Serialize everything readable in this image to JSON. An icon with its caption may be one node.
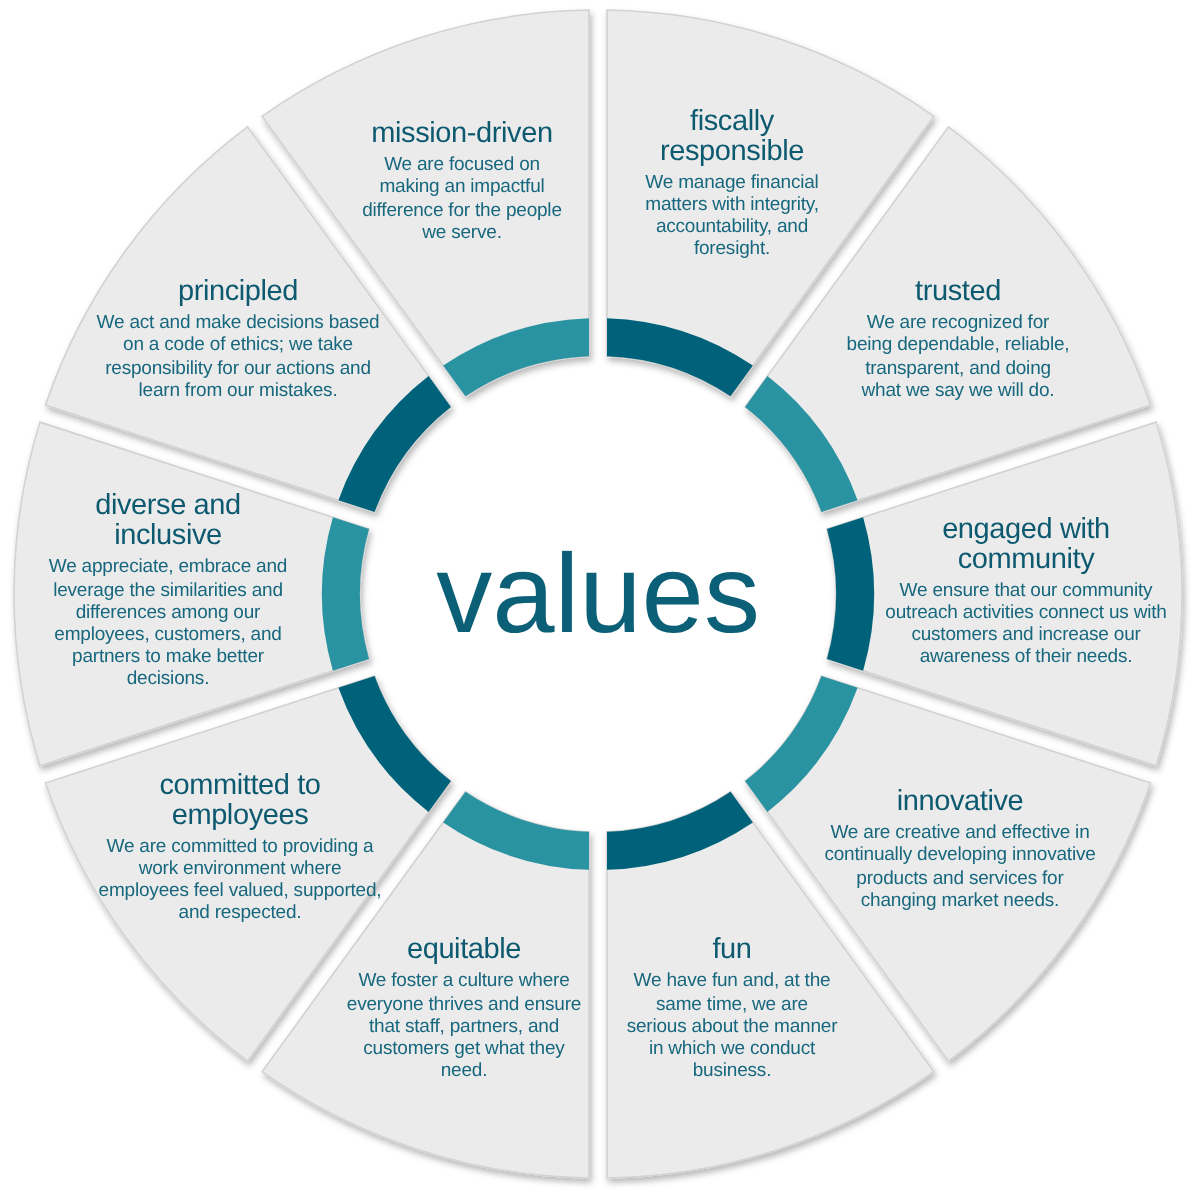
{
  "diagram": {
    "title": "values",
    "nodes": [
      {
        "text": [
          "mission-driven",
          "We are focused on making an impactful difference for the people we serve."
        ]
      },
      {
        "text": [
          "fiscally responsible",
          "We manage financial matters with integrity, accountability, and foresight."
        ]
      },
      {
        "text": [
          "trusted",
          "We are recognized for being dependable, reliable, transparent, and doing what we say we will do."
        ]
      },
      {
        "text": [
          "engaged with community",
          "We ensure that our community outreach activities connect us with customers and increase our awareness of their needs."
        ]
      },
      {
        "text": [
          "innovative",
          "We are creative and effective in continually developing innovative products and services for changing market needs."
        ]
      },
      {
        "text": [
          "fun",
          "We have fun and, at the same time, we are serious about the manner in which we conduct business."
        ]
      },
      {
        "text": [
          "equitable",
          "We foster a culture where everyone thrives and ensure that staff, partners, and customers get what they need."
        ]
      },
      {
        "text": [
          "committed to employees",
          "We are committed to providing a work environment where employees feel valued, supported, and respected."
        ]
      },
      {
        "text": [
          "diverse and inclusive",
          "We appreciate, embrace and leverage the similarities and differences among our employees, customers, and partners to make better decisions."
        ]
      },
      {
        "text": [
          "principled",
          "We act and make decisions based on a code of ethics; we take responsibility for our actions and learn from our mistakes."
        ]
      }
    ]
  }
}
